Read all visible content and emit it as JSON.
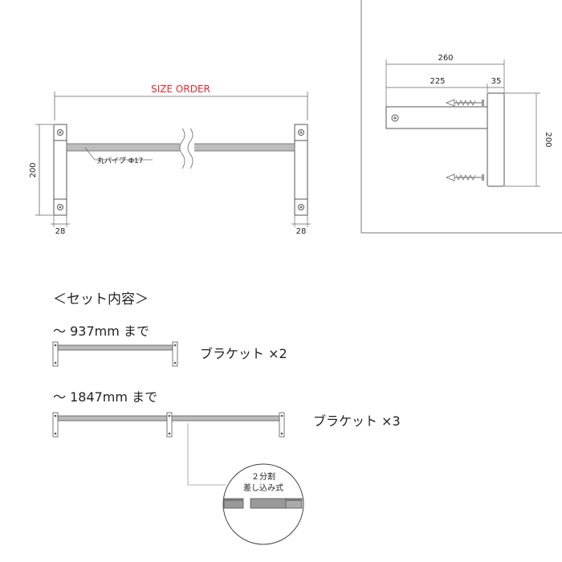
{
  "front_view": {
    "size_label": "SIZE ORDER",
    "height_label": "200",
    "left_width_label": "28",
    "right_width_label": "28",
    "pipe_label": "丸パイプ Φ17",
    "size_label_color": "#e8262d"
  },
  "side_view": {
    "total_depth_label": "260",
    "bracket_depth_label": "225",
    "plate_depth_label": "35",
    "height_label": "200"
  },
  "set_contents": {
    "heading": "＜セット内容＞",
    "set1": {
      "length_label": "～ 937mm まで",
      "bracket_label": "ブラケット ×2"
    },
    "set2": {
      "length_label": "～ 1847mm まで",
      "bracket_label": "ブラケット ×3"
    },
    "detail": {
      "line1": "２分割",
      "line2": "差し込み式"
    }
  }
}
